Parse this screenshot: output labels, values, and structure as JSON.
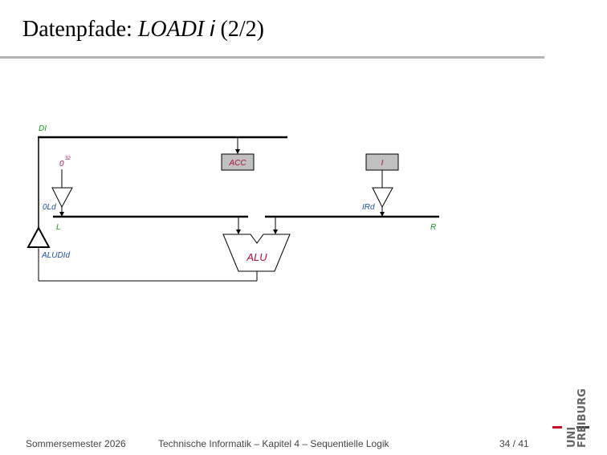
{
  "slide": {
    "title_prefix": "Datenpfade: ",
    "title_op": "LOADI",
    "title_arg": "i",
    "title_suffix": " (2/2)"
  },
  "diagram": {
    "bus_di": "DI",
    "const_base": "0",
    "const_exp": "32",
    "zero_load": "0Ld",
    "bus_l": "L",
    "bus_r": "R",
    "alu_di": "ALUDId",
    "acc": "ACC",
    "alu": "ALU",
    "ireg": "I",
    "ir_drive": "IRd"
  },
  "footer": {
    "semester": "Sommersemester 2026",
    "course": "Technische Informatik –  Kapitel 4 – Sequentielle Logik",
    "page": "34 / 41"
  },
  "logo": {
    "top": "UNI",
    "bottom": "FREIBURG"
  },
  "colors": {
    "signal_green": "#1a9a1a",
    "control_blue": "#1f4fa0",
    "register_red": "#b0103a",
    "register_fill": "#c0c0c0",
    "logo_red": "#c8102e"
  }
}
